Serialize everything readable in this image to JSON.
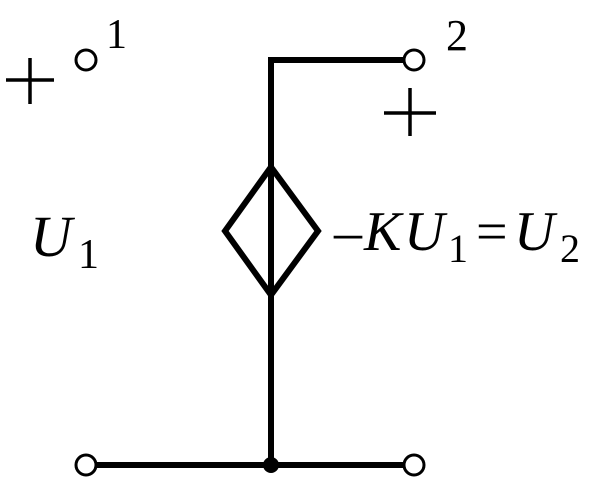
{
  "ports": {
    "input_terminal": "1",
    "output_terminal": "2"
  },
  "input_voltage": {
    "symbol": "U",
    "subscript": "1"
  },
  "source_expression": {
    "prefix": "–",
    "gain": "K",
    "var1": "U",
    "sub1": "1",
    "equals": "=",
    "var2": "U",
    "sub2": "2"
  }
}
